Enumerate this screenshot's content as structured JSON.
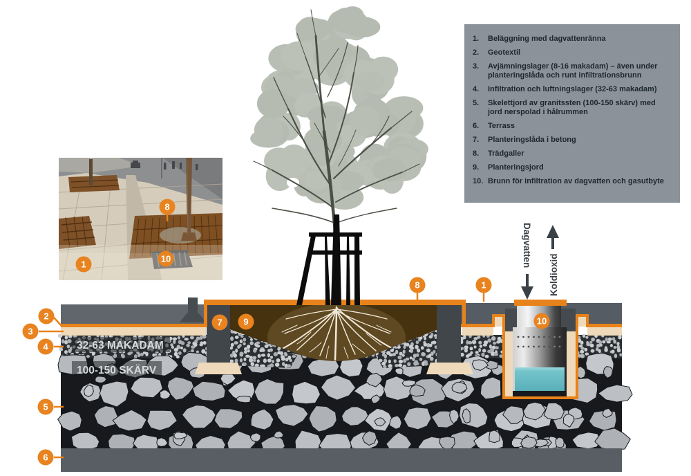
{
  "legend": {
    "items": [
      {
        "num": "1.",
        "text": "Beläggning med dagvattenränna"
      },
      {
        "num": "2.",
        "text": "Geotextil"
      },
      {
        "num": "3.",
        "text": "Avjämningslager (8-16 makadam) – även under planteringslåda och runt infiltrationsbrunn"
      },
      {
        "num": "4.",
        "text": "Infiltration och luftningslager (32-63 makadam)"
      },
      {
        "num": "5.",
        "text": "Skelettjord av granitssten (100-150 skärv) med jord nerspolad i hålrummen"
      },
      {
        "num": "6.",
        "text": "Terrass"
      },
      {
        "num": "7.",
        "text": "Planteringslåda i betong"
      },
      {
        "num": "8.",
        "text": "Trädgaller"
      },
      {
        "num": "9.",
        "text": "Planteringsjord"
      },
      {
        "num": "10.",
        "text": "Brunn för infiltration av dagvatten och gasutbyte"
      }
    ]
  },
  "section_labels": {
    "aeration_layer": "32-63 MAKADAM",
    "skeleton_layer": "100-150 SKÄRV"
  },
  "flows": {
    "down_label": "Dagvatten",
    "up_label": "Koldioxid"
  },
  "callouts": {
    "c1": "1",
    "c2": "2",
    "c3": "3",
    "c4": "4",
    "c5": "5",
    "c6": "6",
    "c7": "7",
    "c8": "8",
    "c9": "9",
    "c10": "10",
    "photo_c8": "8",
    "photo_c10": "10",
    "photo_c1": "1"
  },
  "colors": {
    "accent_orange": "#e8821a",
    "soil_brown": "#46320f",
    "water_teal": "#6fc2c9",
    "legend_bg": "#8b9299",
    "legend_text": "#1d2731",
    "pavement_gray": "#5a6066",
    "rock_gray": "#b3b7bb",
    "terrace_gray": "#585e64",
    "cream": "#eedaba"
  }
}
